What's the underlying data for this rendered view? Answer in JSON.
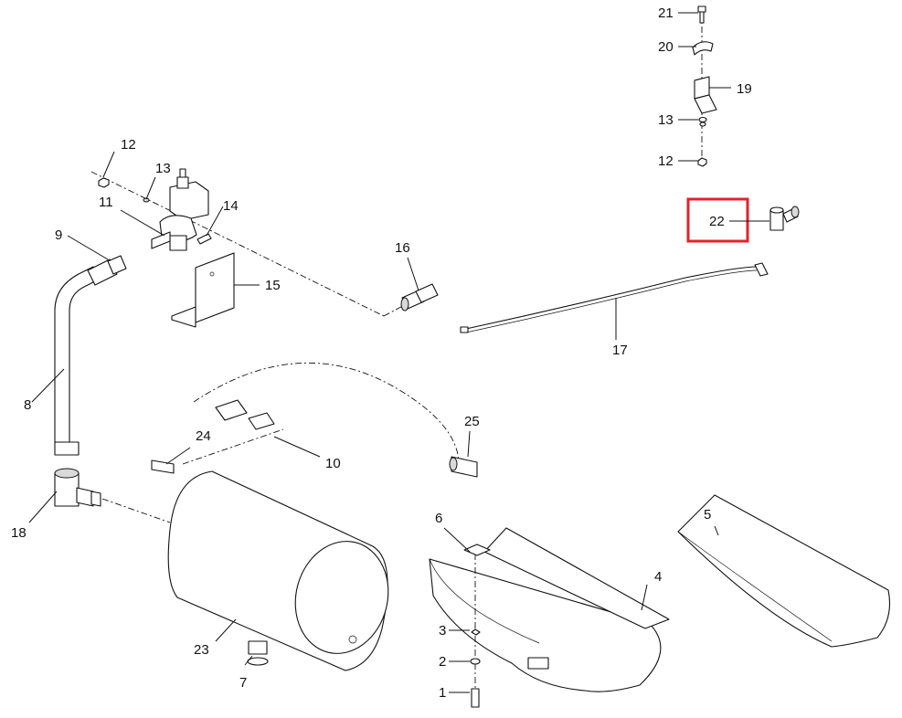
{
  "diagram": {
    "type": "exploded-parts",
    "highlight_color": "#e3222b",
    "highlighted_callout": "22",
    "callouts": [
      {
        "id": "c1",
        "label": "1"
      },
      {
        "id": "c2",
        "label": "2"
      },
      {
        "id": "c3",
        "label": "3"
      },
      {
        "id": "c4",
        "label": "4"
      },
      {
        "id": "c5",
        "label": "5"
      },
      {
        "id": "c6",
        "label": "6"
      },
      {
        "id": "c7",
        "label": "7"
      },
      {
        "id": "c8",
        "label": "8"
      },
      {
        "id": "c9",
        "label": "9"
      },
      {
        "id": "c10",
        "label": "10"
      },
      {
        "id": "c11",
        "label": "11"
      },
      {
        "id": "c12a",
        "label": "12"
      },
      {
        "id": "c12b",
        "label": "12"
      },
      {
        "id": "c13a",
        "label": "13"
      },
      {
        "id": "c13b",
        "label": "13"
      },
      {
        "id": "c14",
        "label": "14"
      },
      {
        "id": "c15",
        "label": "15"
      },
      {
        "id": "c16",
        "label": "16"
      },
      {
        "id": "c17",
        "label": "17"
      },
      {
        "id": "c18",
        "label": "18"
      },
      {
        "id": "c19",
        "label": "19"
      },
      {
        "id": "c20",
        "label": "20"
      },
      {
        "id": "c21",
        "label": "21"
      },
      {
        "id": "c22",
        "label": "22"
      },
      {
        "id": "c23",
        "label": "23"
      },
      {
        "id": "c24",
        "label": "24"
      },
      {
        "id": "c25",
        "label": "25"
      }
    ]
  }
}
